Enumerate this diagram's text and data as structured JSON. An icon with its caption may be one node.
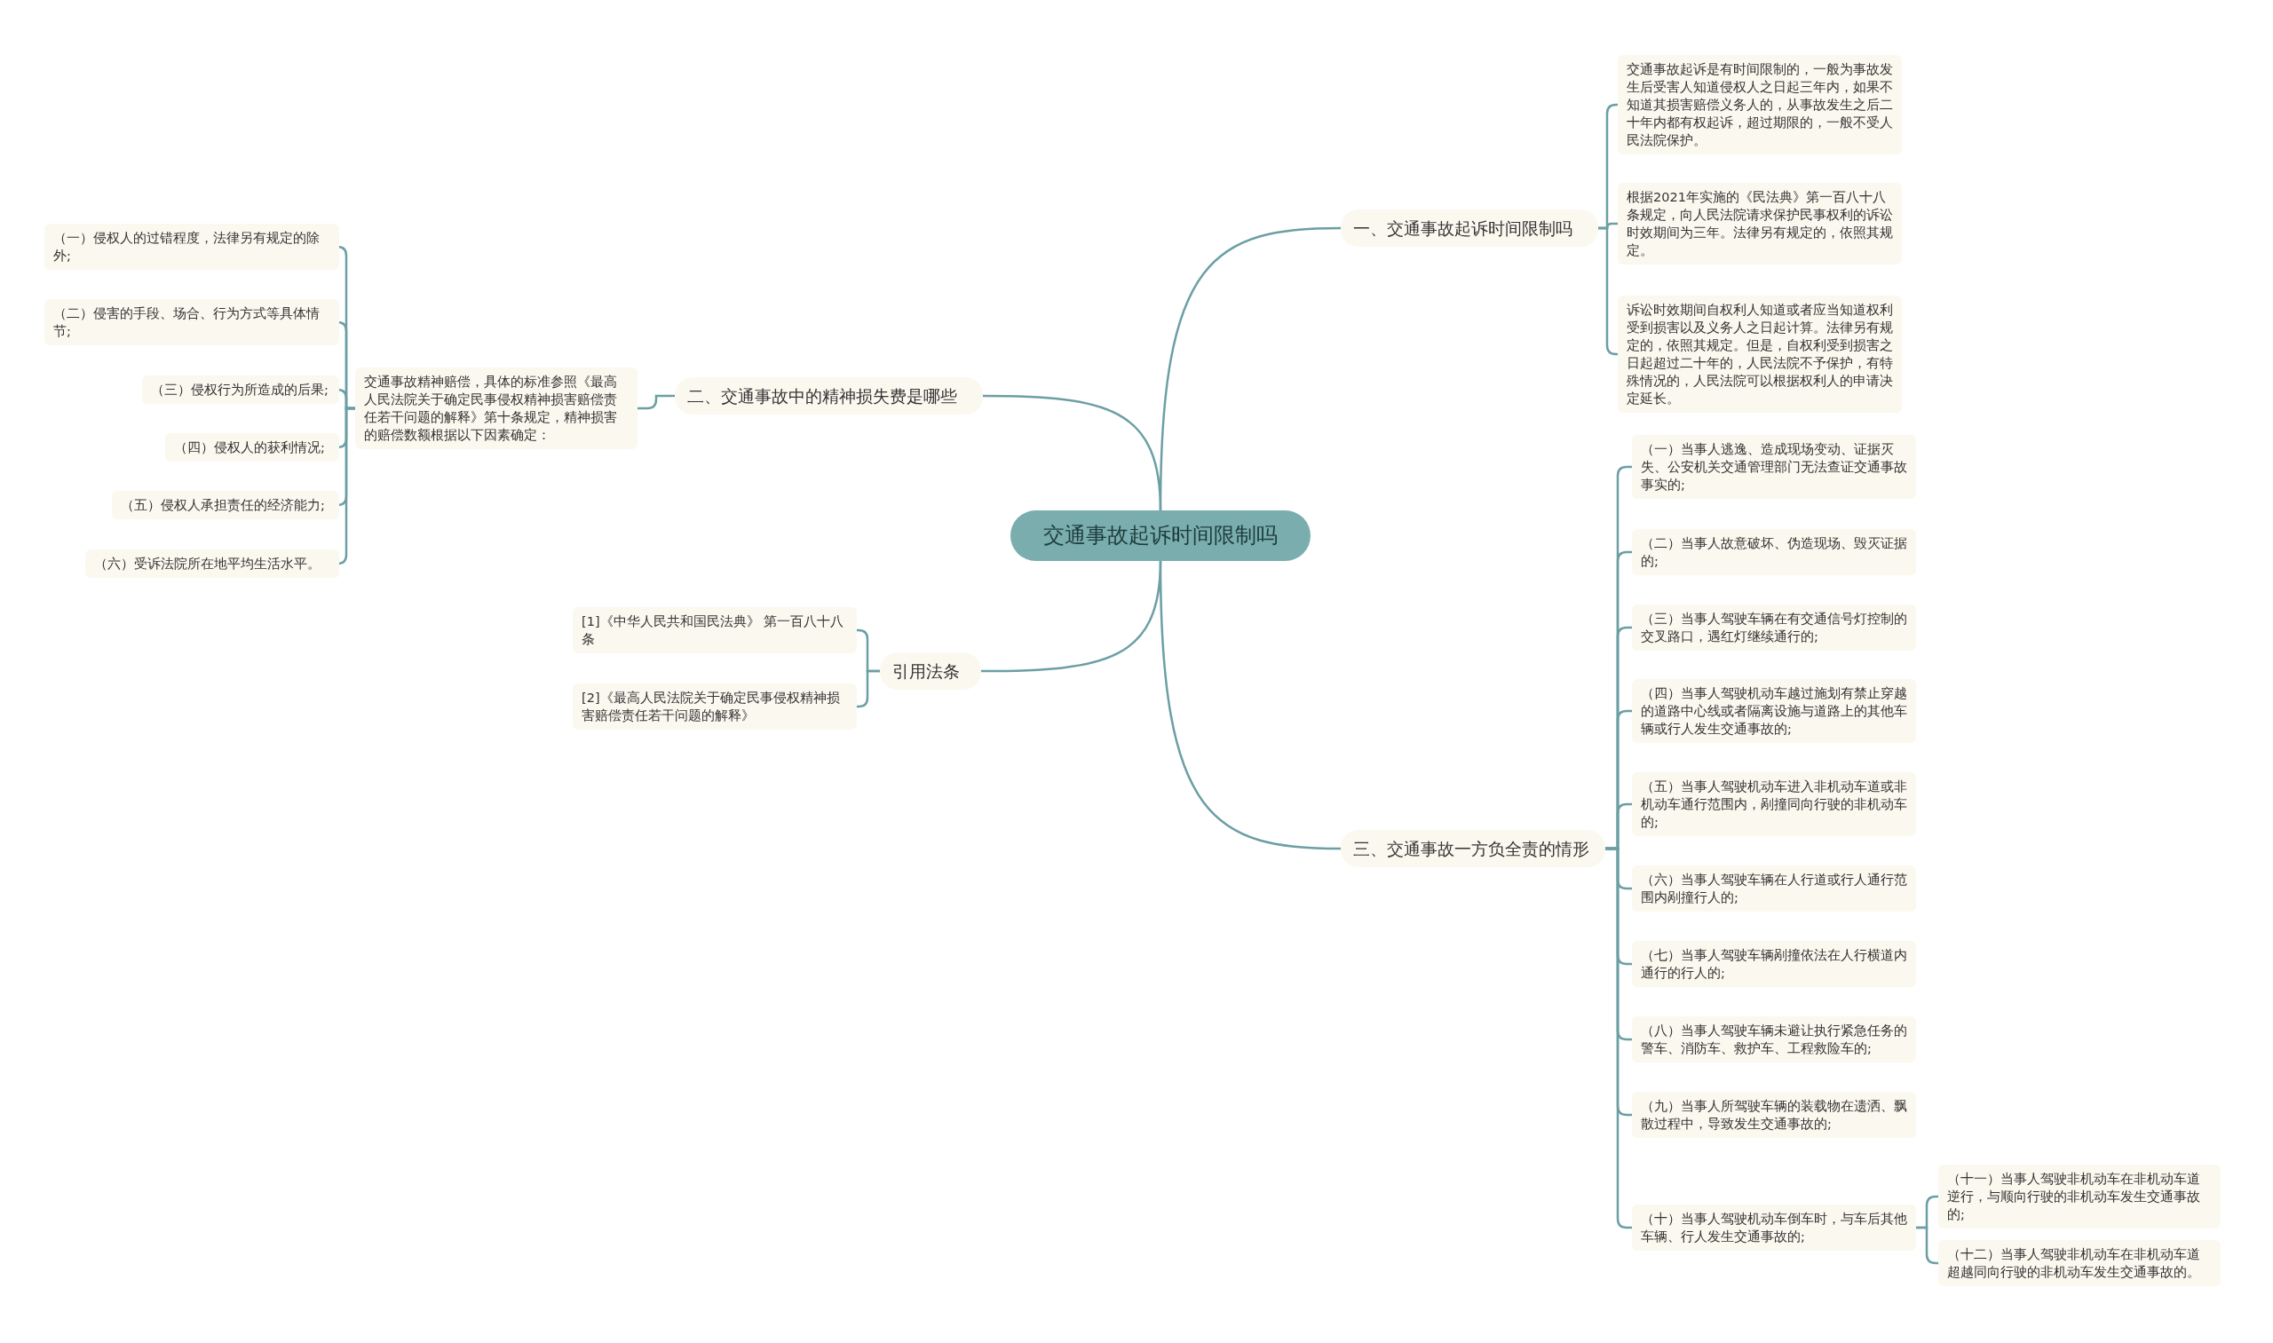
{
  "diagram": {
    "nodes": [
      {
        "text": [
          "交通事故起诉时间限制吗"
        ]
      },
      {
        "text": [
          "一、交通事故起诉时间限制吗"
        ]
      },
      {
        "text": [
          "交通事故起诉是有时间限制的，一般为事故发生后受害人知道侵权人之日起三年内，如果不知道其损害赔偿义务人的，从事故发生之后二十年内都有权起诉，超过期限的，一般不受人民法院保护。"
        ]
      },
      {
        "text": [
          "根据2021年实施的《民法典》第一百八十八条规定，向人民法院请求保护民事权利的诉讼时效期间为三年。法律另有规定的，依照其规定。"
        ]
      },
      {
        "text": [
          "诉讼时效期间自权利人知道或者应当知道权利受到损害以及义务人之日起计算。法律另有规定的，依照其规定。但是，自权利受到损害之日起超过二十年的，人民法院不予保护，有特殊情况的，人民法院可以根据权利人的申请决定延长。"
        ]
      },
      {
        "text": [
          "二、交通事故中的精神损失费是哪些"
        ]
      },
      {
        "text": [
          "交通事故精神赔偿，具体的标准参照《最高人民法院关于确定民事侵权精神损害赔偿责任若干问题的解释》第十条规定，精神损害的赔偿数额根据以下因素确定："
        ]
      },
      {
        "text": [
          "（一）侵权人的过错程度，法律另有规定的除外;"
        ]
      },
      {
        "text": [
          "（二）侵害的手段、场合、行为方式等具体情节;"
        ]
      },
      {
        "text": [
          "（三）侵权行为所造成的后果;"
        ]
      },
      {
        "text": [
          "（四）侵权人的获利情况;"
        ]
      },
      {
        "text": [
          "（五）侵权人承担责任的经济能力;"
        ]
      },
      {
        "text": [
          "（六）受诉法院所在地平均生活水平。"
        ]
      },
      {
        "text": [
          "引用法条"
        ]
      },
      {
        "text": [
          "[1]《中华人民共和国民法典》 第一百八十八条"
        ]
      },
      {
        "text": [
          "[2]《最高人民法院关于确定民事侵权精神损害赔偿责任若干问题的解释》"
        ]
      },
      {
        "text": [
          "三、交通事故一方负全责的情形"
        ]
      },
      {
        "text": [
          "（一）当事人逃逸、造成现场变动、证据灭失、公安机关交通管理部门无法查证交通事故事实的;"
        ]
      },
      {
        "text": [
          "（二）当事人故意破坏、伪造现场、毁灭证据的;"
        ]
      },
      {
        "text": [
          "（三）当事人驾驶车辆在有交通信号灯控制的交叉路口，遇红灯继续通行的;"
        ]
      },
      {
        "text": [
          "（四）当事人驾驶机动车越过施划有禁止穿越的道路中心线或者隔离设施与道路上的其他车辆或行人发生交通事故的;"
        ]
      },
      {
        "text": [
          "（五）当事人驾驶机动车进入非机动车道或非机动车通行范围内，剐撞同向行驶的非机动车的;"
        ]
      },
      {
        "text": [
          "（六）当事人驾驶车辆在人行道或行人通行范围内剐撞行人的;"
        ]
      },
      {
        "text": [
          "（七）当事人驾驶车辆剐撞依法在人行横道内通行的行人的;"
        ]
      },
      {
        "text": [
          "（八）当事人驾驶车辆未避让执行紧急任务的警车、消防车、救护车、工程救险车的;"
        ]
      },
      {
        "text": [
          "（九）当事人所驾驶车辆的装载物在遗洒、飘散过程中，导致发生交通事故的;"
        ]
      },
      {
        "text": [
          "（十）当事人驾驶机动车倒车时，与车后其他车辆、行人发生交通事故的;"
        ]
      },
      {
        "text": [
          "（十一）当事人驾驶非机动车在非机动车道逆行，与顺向行驶的非机动车发生交通事故的;"
        ]
      },
      {
        "text": [
          "（十二）当事人驾驶非机动车在非机动车道超越同向行驶的非机动车发生交通事故的。"
        ]
      }
    ],
    "edges": [
      {
        "from": 0,
        "to": 1,
        "arrow": "none"
      },
      {
        "from": 1,
        "to": 2,
        "arrow": "none"
      },
      {
        "from": 1,
        "to": 3,
        "arrow": "none"
      },
      {
        "from": 1,
        "to": 4,
        "arrow": "none"
      },
      {
        "from": 0,
        "to": 5,
        "arrow": "none"
      },
      {
        "from": 5,
        "to": 6,
        "arrow": "none"
      },
      {
        "from": 6,
        "to": 7,
        "arrow": "none"
      },
      {
        "from": 6,
        "to": 8,
        "arrow": "none"
      },
      {
        "from": 6,
        "to": 9,
        "arrow": "none"
      },
      {
        "from": 6,
        "to": 10,
        "arrow": "none"
      },
      {
        "from": 6,
        "to": 11,
        "arrow": "none"
      },
      {
        "from": 6,
        "to": 12,
        "arrow": "none"
      },
      {
        "from": 0,
        "to": 13,
        "arrow": "none"
      },
      {
        "from": 13,
        "to": 14,
        "arrow": "none"
      },
      {
        "from": 13,
        "to": 15,
        "arrow": "none"
      },
      {
        "from": 0,
        "to": 16,
        "arrow": "none"
      },
      {
        "from": 16,
        "to": 17,
        "arrow": "none"
      },
      {
        "from": 16,
        "to": 18,
        "arrow": "none"
      },
      {
        "from": 16,
        "to": 19,
        "arrow": "none"
      },
      {
        "from": 16,
        "to": 20,
        "arrow": "none"
      },
      {
        "from": 16,
        "to": 21,
        "arrow": "none"
      },
      {
        "from": 16,
        "to": 22,
        "arrow": "none"
      },
      {
        "from": 16,
        "to": 23,
        "arrow": "none"
      },
      {
        "from": 16,
        "to": 24,
        "arrow": "none"
      },
      {
        "from": 16,
        "to": 25,
        "arrow": "none"
      },
      {
        "from": 16,
        "to": 26,
        "arrow": "none"
      },
      {
        "from": 26,
        "to": 27,
        "arrow": "none"
      },
      {
        "from": 26,
        "to": 28,
        "arrow": "none"
      }
    ]
  }
}
